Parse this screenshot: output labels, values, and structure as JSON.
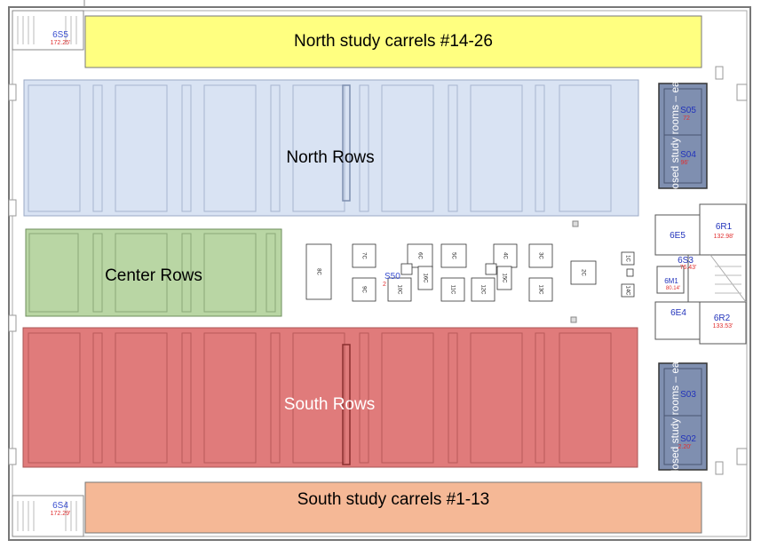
{
  "zones": {
    "north_carrels": {
      "label": "North study carrels #14-26",
      "color": "#ffff80"
    },
    "south_carrels": {
      "label": "South study carrels #1-13",
      "color": "#f5b896"
    },
    "north_rows": {
      "label": "North Rows",
      "color": "#d9e3f3"
    },
    "center_rows": {
      "label": "Center Rows",
      "color": "#b9d6a4"
    },
    "south_rows": {
      "label": "South Rows",
      "color": "#e07b7b"
    },
    "closed_rooms_east_top": {
      "label": "Closed study rooms – east",
      "color": "#7f8fb0"
    },
    "closed_rooms_east_bottom": {
      "label": "Closed study rooms – east",
      "color": "#7f8fb0"
    }
  },
  "rooms": {
    "s6s5": {
      "code": "6S5",
      "area": "172.25'"
    },
    "s6s4": {
      "code": "6S4",
      "area": "172.29'"
    },
    "r6r1": {
      "code": "6R1",
      "area": "132.98'"
    },
    "r6r2": {
      "code": "6R2",
      "area": "133.53'"
    },
    "e6e5": {
      "code": "6E5"
    },
    "e6e4": {
      "code": "6E4"
    },
    "s6s3": {
      "code": "6S3",
      "area": "76.43'"
    },
    "m6m1": {
      "code": "6M1",
      "area": "80.14'"
    },
    "s505": {
      "code": "S05",
      "area": "72"
    },
    "s504": {
      "code": "S04",
      "area": "96'"
    },
    "s503": {
      "code": "S03"
    },
    "s502": {
      "code": "S02",
      "area": "2.20'"
    },
    "s50": {
      "code": "S50",
      "area": "2"
    }
  },
  "carrels": [
    "1C",
    "2C",
    "3C",
    "4C",
    "5C",
    "6C",
    "7C",
    "8C",
    "9C",
    "10C",
    "11C",
    "12C",
    "13C",
    "14C",
    "15C",
    "16C"
  ]
}
